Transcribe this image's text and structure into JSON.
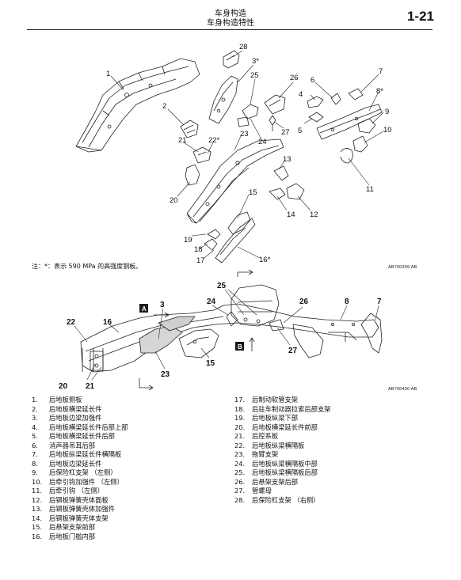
{
  "header": {
    "title": "车身构造",
    "subtitle": "车身构造特性",
    "page_number": "1-21"
  },
  "figure1": {
    "note": "注：*：表示 590 MPa 的高强度钢板。",
    "code": "AB700399 AB",
    "callouts": [
      "1",
      "2",
      "3*",
      "4",
      "5",
      "6",
      "7",
      "8*",
      "9",
      "10",
      "11",
      "12",
      "13",
      "14",
      "15",
      "16*",
      "17",
      "18",
      "19",
      "20",
      "21",
      "22*",
      "23",
      "24",
      "25",
      "26",
      "27",
      "28"
    ]
  },
  "figure2": {
    "code": "AB700400 AB",
    "section_labels": [
      "A",
      "B"
    ],
    "callouts": [
      "3",
      "7",
      "8",
      "15",
      "16",
      "20",
      "21",
      "22",
      "23",
      "24",
      "25",
      "26",
      "27"
    ]
  },
  "legend_left": [
    {
      "num": "1.",
      "label": "后地板侧板"
    },
    {
      "num": "2.",
      "label": "后地板横梁延长件"
    },
    {
      "num": "3.",
      "label": "后地板边梁加强件"
    },
    {
      "num": "4.",
      "label": "后地板横梁延长件后部上部"
    },
    {
      "num": "5.",
      "label": "后地板横梁延长件后部"
    },
    {
      "num": "6.",
      "label": "消声器吊耳后部"
    },
    {
      "num": "7.",
      "label": "后地板纵梁延长件横隔板"
    },
    {
      "num": "8.",
      "label": "后地板边梁延长件"
    },
    {
      "num": "9.",
      "label": "后保险杠支架 （左侧）"
    },
    {
      "num": "10.",
      "label": "后牵引钩加强件 （左侧）"
    },
    {
      "num": "11.",
      "label": "后牵引钩 （左侧）"
    },
    {
      "num": "12.",
      "label": "后钢板弹簧壳体面板"
    },
    {
      "num": "13.",
      "label": "后钢板弹簧壳体加强件"
    },
    {
      "num": "14.",
      "label": "后钢板弹簧壳体支架"
    },
    {
      "num": "15.",
      "label": "后悬架支架前部"
    },
    {
      "num": "16.",
      "label": "后地板门槛内部"
    }
  ],
  "legend_right": [
    {
      "num": "17.",
      "label": "后制动软管支架"
    },
    {
      "num": "18.",
      "label": "后驻车制动器拉索后部支架"
    },
    {
      "num": "19.",
      "label": "后地板纵梁下部"
    },
    {
      "num": "20.",
      "label": "后地板横梁延长件前部"
    },
    {
      "num": "21.",
      "label": "后控系板"
    },
    {
      "num": "22.",
      "label": "后地板纵梁横隔板"
    },
    {
      "num": "23.",
      "label": "拖臂支架"
    },
    {
      "num": "24.",
      "label": "后地板纵梁横隔板中部"
    },
    {
      "num": "25.",
      "label": "后地板纵梁横隔板后部"
    },
    {
      "num": "26.",
      "label": "后悬架支架后部"
    },
    {
      "num": "27.",
      "label": "管螺母"
    },
    {
      "num": "28.",
      "label": "后保险杠支架 （右侧）"
    }
  ]
}
